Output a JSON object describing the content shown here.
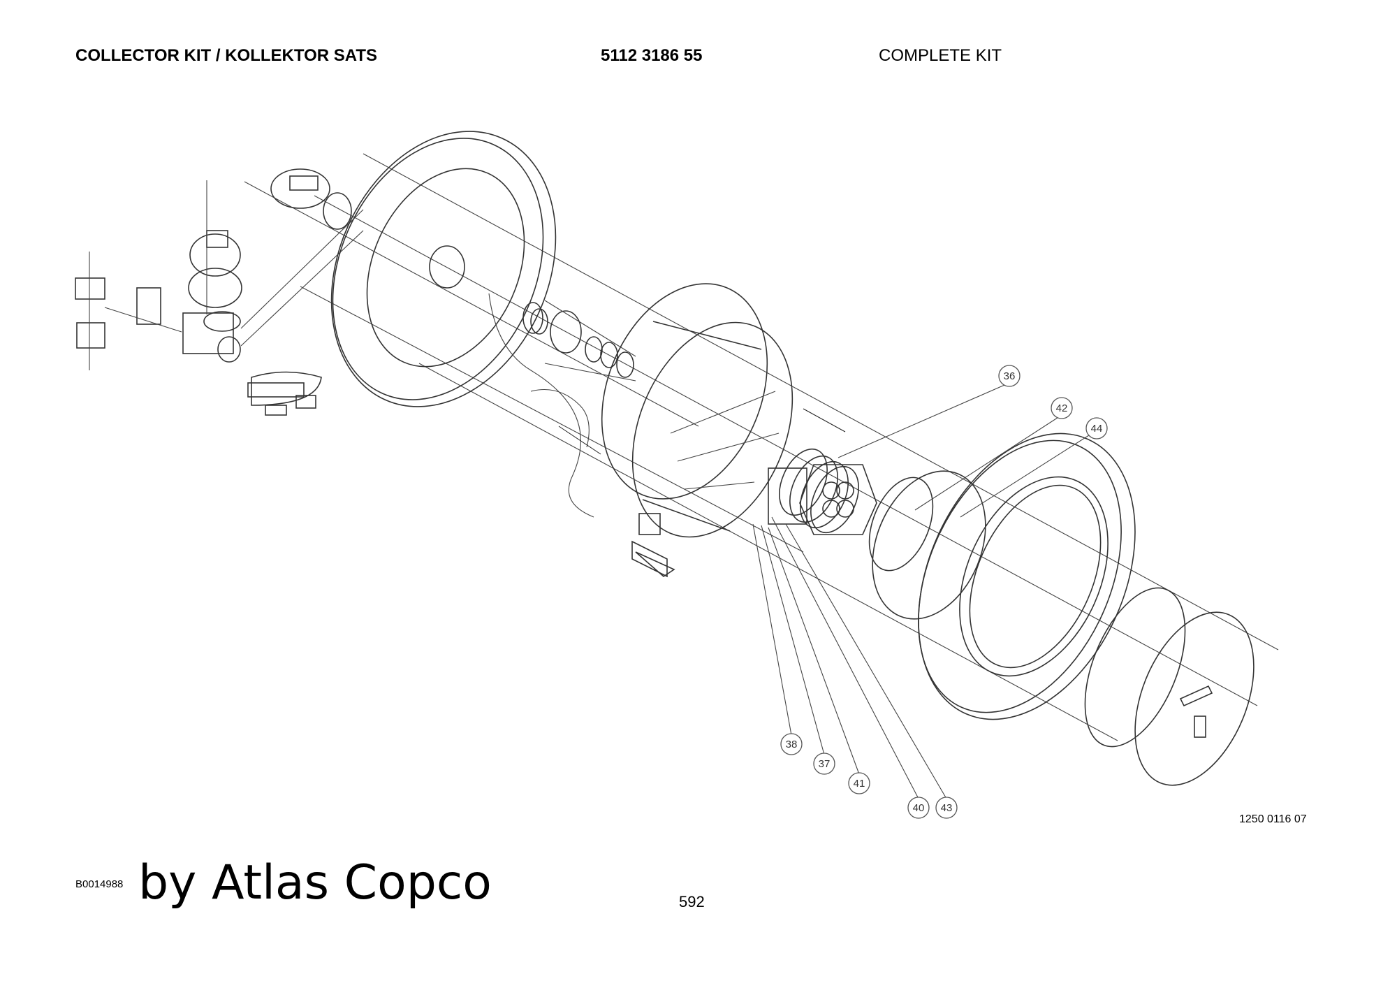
{
  "header": {
    "title": "COLLECTOR KIT / KOLLEKTOR SATS",
    "part_number": "5112 3186 55",
    "description": "COMPLETE KIT"
  },
  "drawing": {
    "callouts": [
      "36",
      "42",
      "44",
      "38",
      "37",
      "41",
      "40",
      "43"
    ],
    "drawing_number": "1250 0116 07"
  },
  "footer": {
    "code": "B0014988",
    "brand": "by Atlas Copco",
    "page_number": "592"
  }
}
